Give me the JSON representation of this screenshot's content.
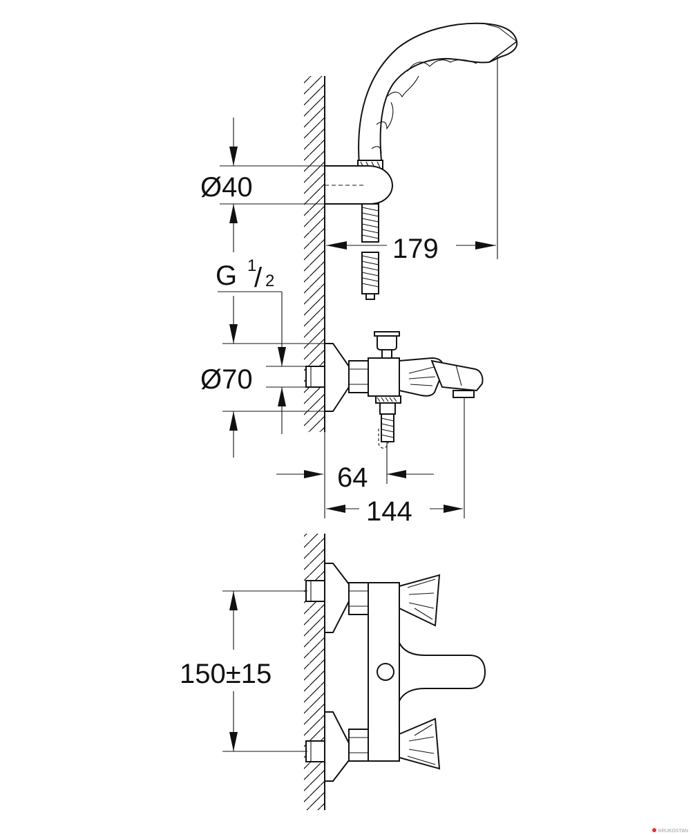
{
  "dimensions": {
    "d40": "Ø40",
    "d179": "179",
    "g_thread": "G",
    "g_fraction_num": "1",
    "g_fraction_den": "2",
    "d70": "Ø70",
    "d64": "64",
    "d144": "144",
    "d150": "150±15"
  },
  "watermark": "KRUKOSTAN",
  "colors": {
    "line": "#111111",
    "background": "#ffffff"
  }
}
